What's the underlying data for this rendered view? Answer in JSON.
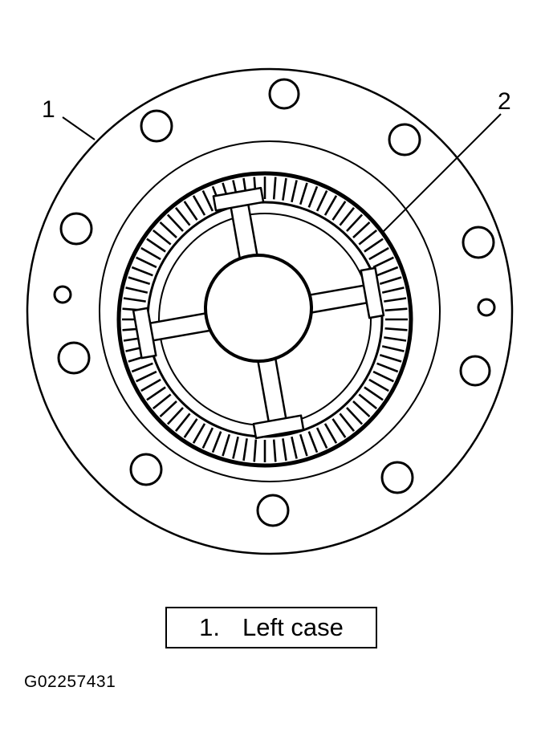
{
  "callouts": {
    "one": "1",
    "two": "2"
  },
  "legend": {
    "number": "1.",
    "label": "Left case"
  },
  "figure_id": "G02257431",
  "colors": {
    "ink": "#000000",
    "paper": "#ffffff"
  }
}
